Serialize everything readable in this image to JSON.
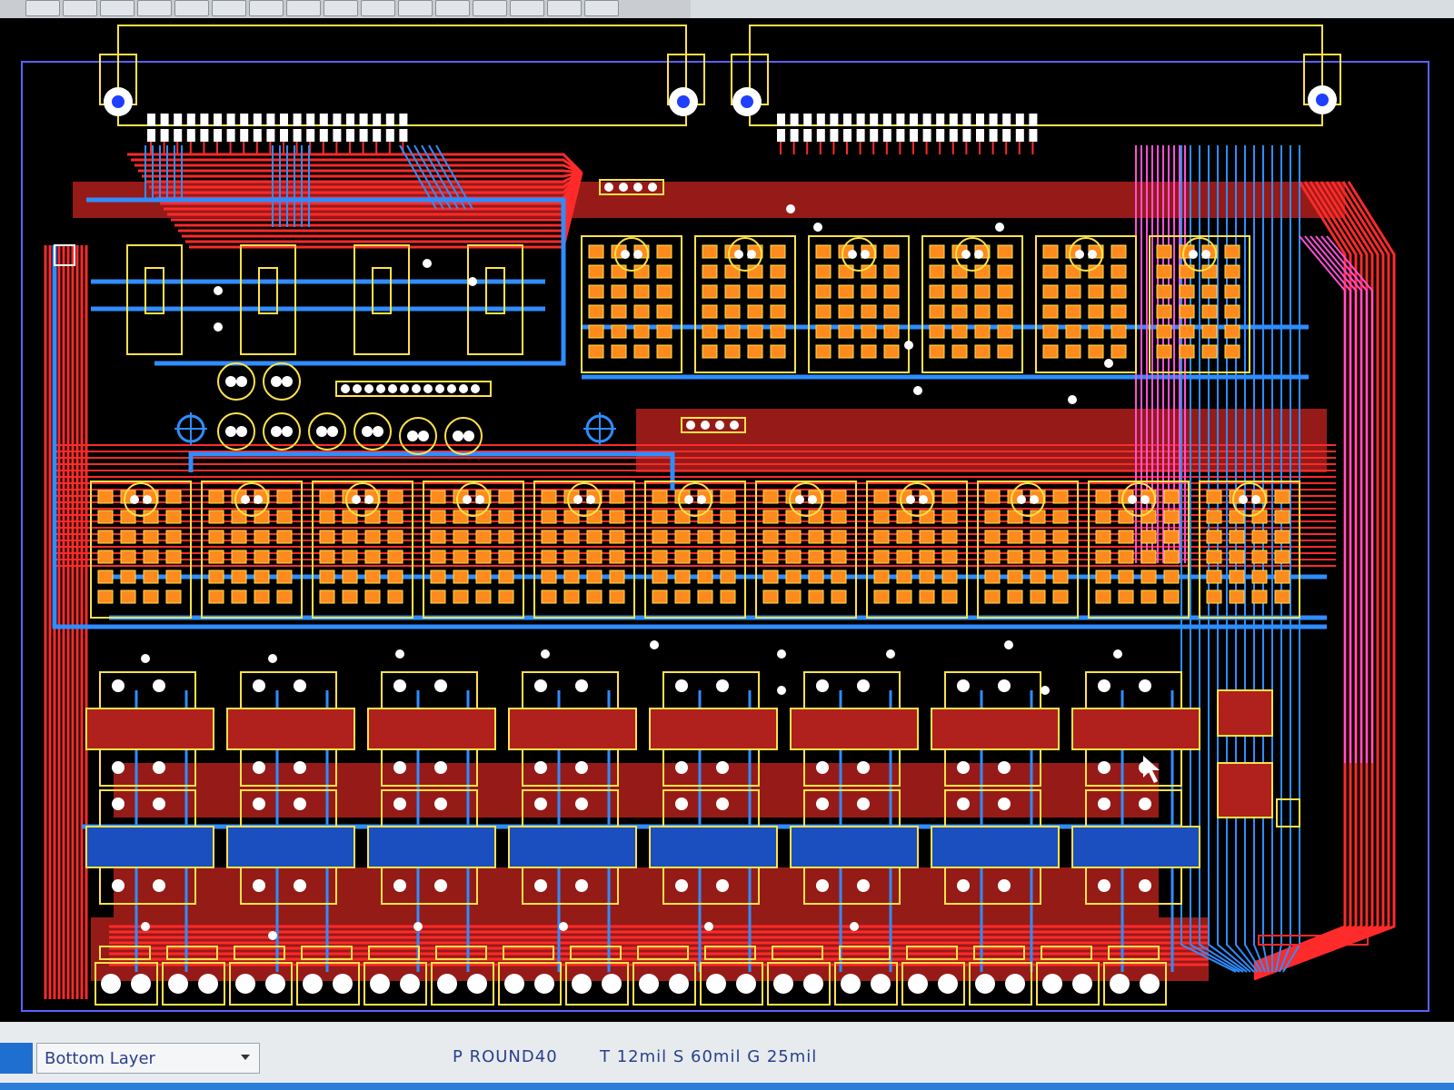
{
  "window": {
    "toolbar_buttons": [
      "grid-icon",
      "select-icon",
      "move-icon",
      "route-icon",
      "via-icon",
      "pad-icon",
      "text-icon",
      "line-icon",
      "arc-icon",
      "fill-icon",
      "dimension-icon",
      "component-icon",
      "measure-icon",
      "zoom-icon",
      "print-icon",
      "save-icon"
    ]
  },
  "board": {
    "title": "",
    "layer_colors": {
      "top_traces": "#ff2a2a",
      "bottom_traces": "#2f8dff",
      "silkscreen": "#ffe24a",
      "pads": "#ffffff",
      "copper_fill": "#ff8a1e",
      "board_outline": "#5a62ff",
      "highlight": "#ff4fd8"
    },
    "connector_top_left": {
      "pin_count": 40
    },
    "connector_top_right": {
      "pin_count": 40
    },
    "terminal_blocks_count": 16,
    "relay_columns": 8
  },
  "statusbar": {
    "layer_select_value": "Bottom Layer",
    "pad_info": "P ROUND40",
    "track_info": "T 12mil S 60mil G 25mil"
  }
}
